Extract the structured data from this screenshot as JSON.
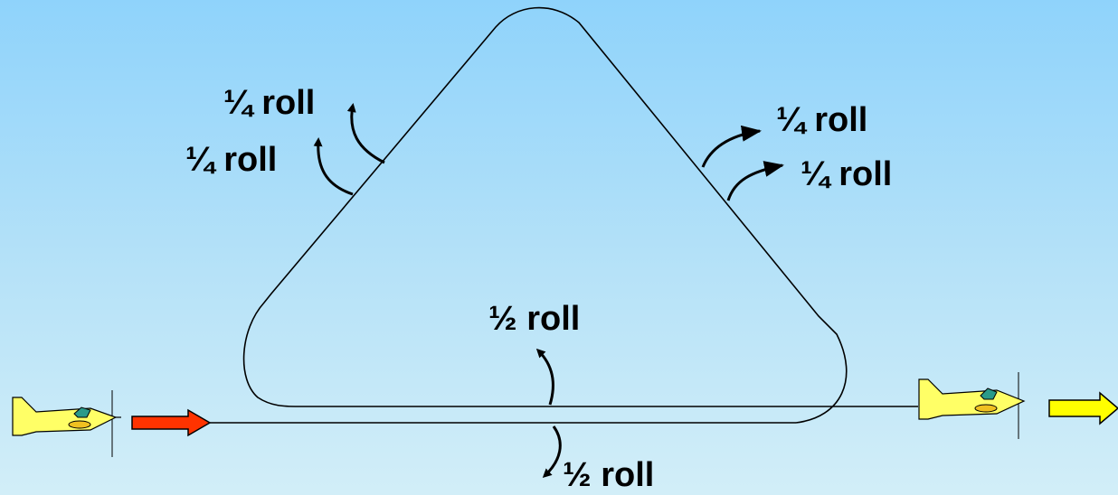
{
  "diagram": {
    "labels": {
      "left_upper": "¼ roll",
      "left_lower": "¼ roll",
      "right_upper": "¼ roll",
      "right_lower": "¼ roll",
      "center": "½ roll",
      "bottom": "½ roll"
    },
    "colors": {
      "sky_top": "#8fd3fb",
      "sky_bottom": "#d2eef8",
      "entry_arrow": "#ff3300",
      "exit_arrow": "#ffff00",
      "plane_body": "#ffff66",
      "plane_canopy": "#2a9a8a"
    },
    "icons": {
      "entry": "airplane-icon",
      "exit": "airplane-icon"
    }
  }
}
